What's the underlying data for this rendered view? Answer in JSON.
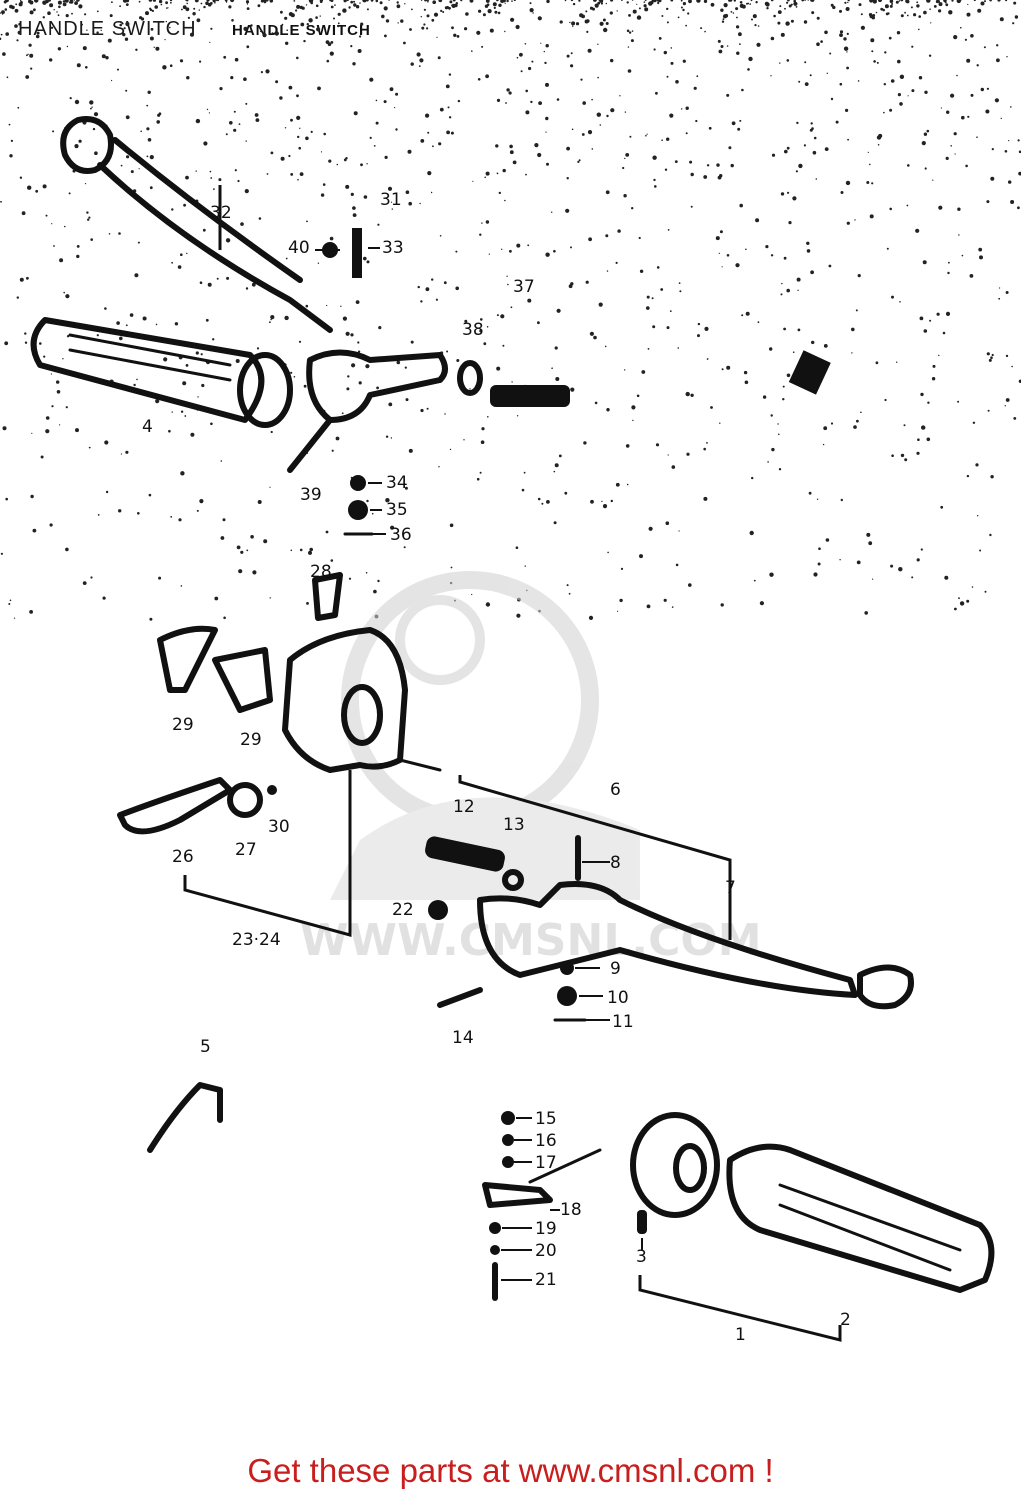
{
  "title": "HANDLE SWITCH",
  "subtitle": "HANDLE SWITCH",
  "footer": {
    "prefix": "Get these parts at ",
    "link": "www.cmsnl.com",
    "suffix": " !"
  },
  "watermark": {
    "text": "WWW.CMSNL.COM"
  },
  "labels": {
    "p1": "1",
    "p2": "2",
    "p3": "3",
    "p4": "4",
    "p5": "5",
    "p6": "6",
    "p7": "7",
    "p8": "8",
    "p9": "9",
    "p10": "10",
    "p11": "11",
    "p12": "12",
    "p13": "13",
    "p14": "14",
    "p15": "15",
    "p16": "16",
    "p17": "17",
    "p18": "18",
    "p19": "19",
    "p20": "20",
    "p21": "21",
    "p22": "22",
    "p2324": "23·24",
    "p26": "26",
    "p27": "27",
    "p28": "28",
    "p29a": "29",
    "p29b": "29",
    "p30": "30",
    "p31": "31",
    "p32": "32",
    "p33": "33",
    "p34": "34",
    "p35": "35",
    "p36": "36",
    "p37": "37",
    "p38": "38",
    "p39": "39",
    "p40": "40"
  }
}
